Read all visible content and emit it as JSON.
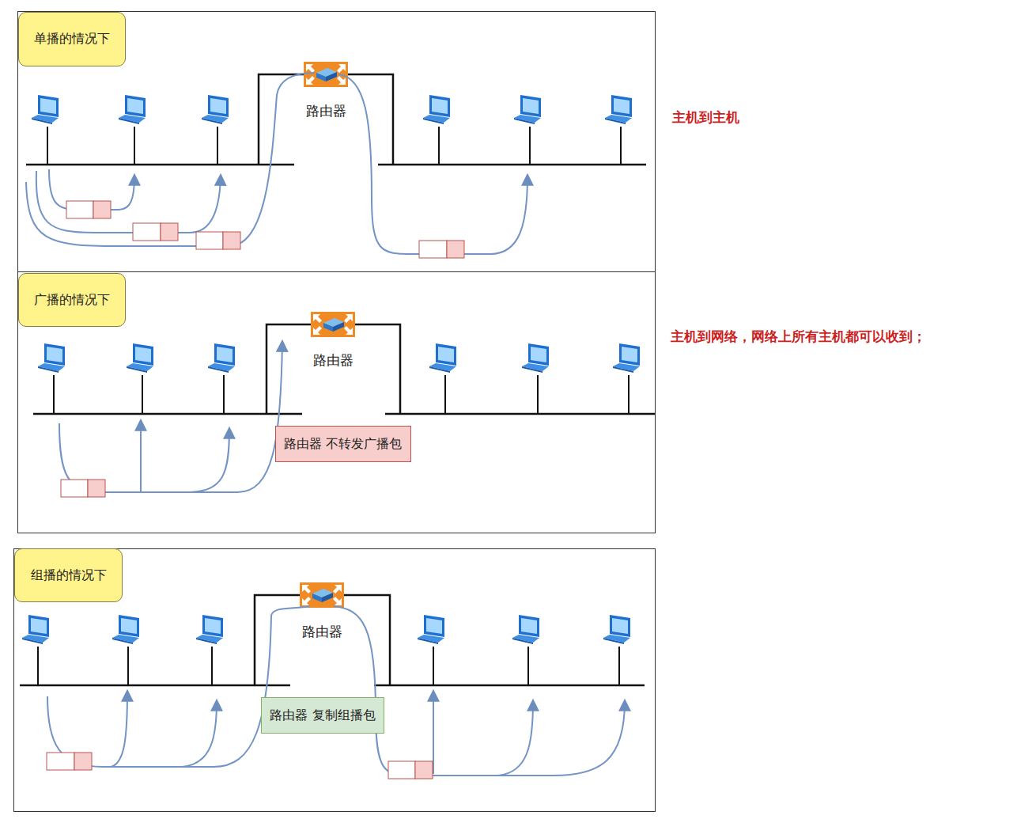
{
  "diagram": {
    "nodes": [
      {
        "text": [
          "单播的情况下"
        ]
      },
      {
        "text": [
          "广播的情况下"
        ]
      },
      {
        "text": [
          "路由器 不转发广播包"
        ]
      },
      {
        "text": [
          "组播的情况下"
        ]
      },
      {
        "text": [
          "路由器 复制组播包"
        ]
      }
    ],
    "labels": [
      "路由器",
      "主机到主机",
      "路由器",
      "主机到网络，网络上所有主机都可以收到；",
      "路由器"
    ]
  }
}
